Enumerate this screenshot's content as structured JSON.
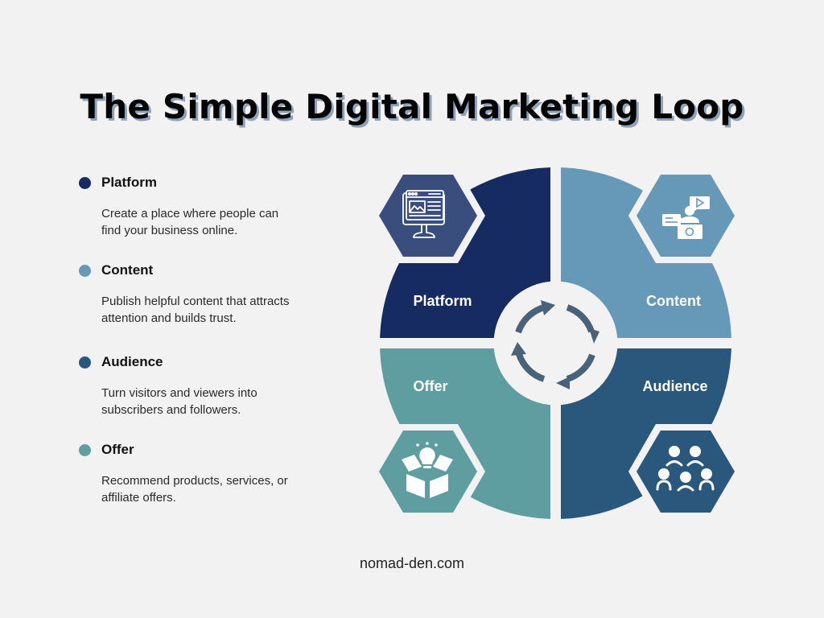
{
  "title": "The Simple Digital Marketing Loop",
  "colors": {
    "background": "#f2f2f2",
    "platform": "#152b61",
    "platform_hex": "#3a4e7d",
    "content": "#6699b8",
    "audience": "#2a587c",
    "offer": "#5f9ea0",
    "arrows": "#4a6278"
  },
  "legend": [
    {
      "title": "Platform",
      "description_lines": [
        "Create a place where people can",
        "find your business online."
      ],
      "color": "#152b61"
    },
    {
      "title": "Content",
      "description_lines": [
        "Publish helpful content that attracts",
        "attention and builds trust."
      ],
      "color": "#6699b8"
    },
    {
      "title": "Audience",
      "description_lines": [
        "Turn visitors and viewers into",
        "subscribers and followers."
      ],
      "color": "#2a587c"
    },
    {
      "title": "Offer",
      "description_lines": [
        "Recommend products, services, or",
        "affiliate offers."
      ],
      "color": "#5f9ea0"
    }
  ],
  "diagram": {
    "center_icon": "cycle-arrows-icon",
    "quadrants": [
      {
        "label": "Platform",
        "icon": "monitor-webpage-icon",
        "position": "top-left"
      },
      {
        "label": "Content",
        "icon": "presenter-video-icon",
        "position": "top-right"
      },
      {
        "label": "Audience",
        "icon": "group-people-icon",
        "position": "bottom-right"
      },
      {
        "label": "Offer",
        "icon": "box-lightbulb-icon",
        "position": "bottom-left"
      }
    ]
  },
  "footer": "nomad-den.com"
}
